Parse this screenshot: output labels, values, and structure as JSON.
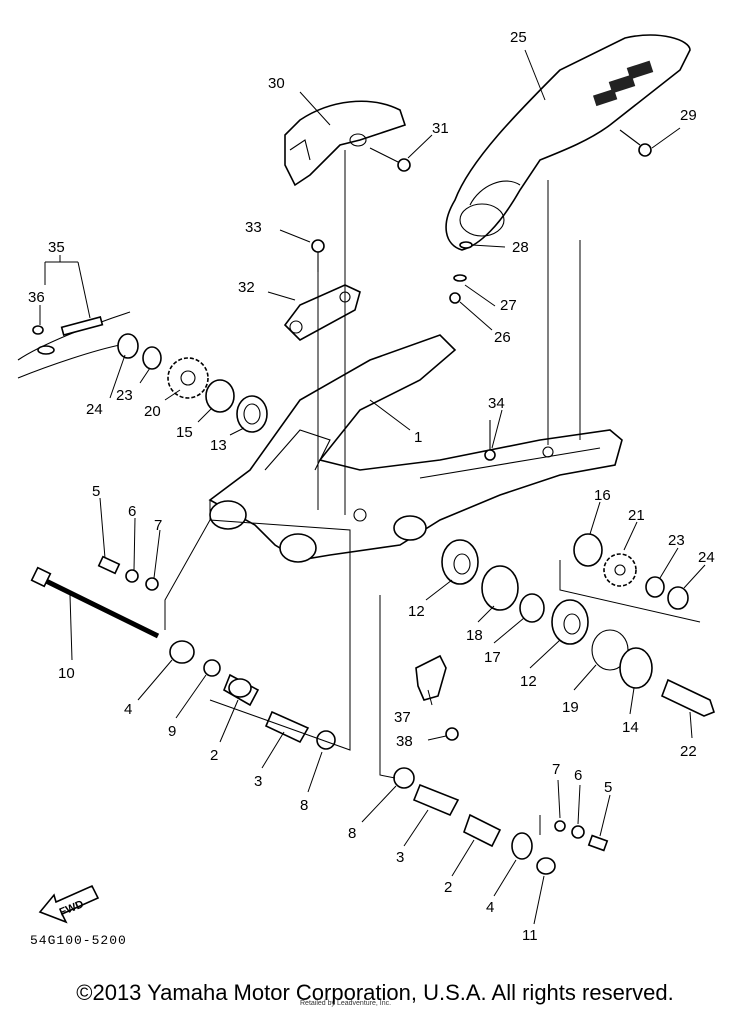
{
  "callouts": [
    {
      "label": "25"
    },
    {
      "label": "30"
    },
    {
      "label": "31"
    },
    {
      "label": "29"
    },
    {
      "label": "33"
    },
    {
      "label": "28"
    },
    {
      "label": "27"
    },
    {
      "label": "26"
    },
    {
      "label": "35"
    },
    {
      "label": "36"
    },
    {
      "label": "32"
    },
    {
      "label": "24"
    },
    {
      "label": "23"
    },
    {
      "label": "20"
    },
    {
      "label": "15"
    },
    {
      "label": "13"
    },
    {
      "label": "1"
    },
    {
      "label": "34"
    },
    {
      "label": "5"
    },
    {
      "label": "6"
    },
    {
      "label": "7"
    },
    {
      "label": "16"
    },
    {
      "label": "21"
    },
    {
      "label": "23"
    },
    {
      "label": "24"
    },
    {
      "label": "10"
    },
    {
      "label": "12"
    },
    {
      "label": "18"
    },
    {
      "label": "17"
    },
    {
      "label": "12"
    },
    {
      "label": "4"
    },
    {
      "label": "9"
    },
    {
      "label": "2"
    },
    {
      "label": "37"
    },
    {
      "label": "19"
    },
    {
      "label": "14"
    },
    {
      "label": "22"
    },
    {
      "label": "38"
    },
    {
      "label": "3"
    },
    {
      "label": "8"
    },
    {
      "label": "7"
    },
    {
      "label": "6"
    },
    {
      "label": "5"
    },
    {
      "label": "8"
    },
    {
      "label": "3"
    },
    {
      "label": "2"
    },
    {
      "label": "4"
    },
    {
      "label": "11"
    }
  ],
  "fwd_label": "FWD",
  "diagram_code": "54G100-5200",
  "copyright": "©2013 Yamaha Motor Corporation, U.S.A. All rights reserved.",
  "reseller_note": "Retailed by Leadventure, Inc."
}
